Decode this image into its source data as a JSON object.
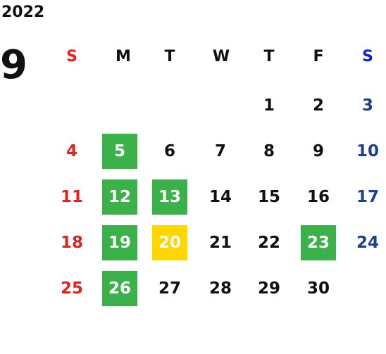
{
  "calendar": {
    "year": "2022",
    "month": "9",
    "weekdays": [
      "S",
      "M",
      "T",
      "W",
      "T",
      "F",
      "S"
    ],
    "weekday_colors": [
      "#ff1a1a",
      "#111111",
      "#111111",
      "#111111",
      "#111111",
      "#111111",
      "#0a22dd"
    ],
    "day_colors": {
      "sunday": "#e0241b",
      "saturday": "#1f3f8f",
      "weekday": "#111111"
    },
    "highlight_colors": {
      "green": "#3bb14a",
      "yellow": "#ffd700"
    },
    "weeks": [
      [
        null,
        null,
        null,
        null,
        {
          "d": "1"
        },
        {
          "d": "2"
        },
        {
          "d": "3"
        }
      ],
      [
        {
          "d": "4"
        },
        {
          "d": "5",
          "hl": "green"
        },
        {
          "d": "6"
        },
        {
          "d": "7"
        },
        {
          "d": "8"
        },
        {
          "d": "9"
        },
        {
          "d": "10"
        }
      ],
      [
        {
          "d": "11"
        },
        {
          "d": "12",
          "hl": "green"
        },
        {
          "d": "13",
          "hl": "green"
        },
        {
          "d": "14"
        },
        {
          "d": "15"
        },
        {
          "d": "16"
        },
        {
          "d": "17"
        }
      ],
      [
        {
          "d": "18"
        },
        {
          "d": "19",
          "hl": "green"
        },
        {
          "d": "20",
          "hl": "yellow"
        },
        {
          "d": "21"
        },
        {
          "d": "22"
        },
        {
          "d": "23",
          "hl": "green"
        },
        {
          "d": "24"
        }
      ],
      [
        {
          "d": "25"
        },
        {
          "d": "26",
          "hl": "green"
        },
        {
          "d": "27"
        },
        {
          "d": "28"
        },
        {
          "d": "29"
        },
        {
          "d": "30"
        },
        null
      ]
    ]
  }
}
